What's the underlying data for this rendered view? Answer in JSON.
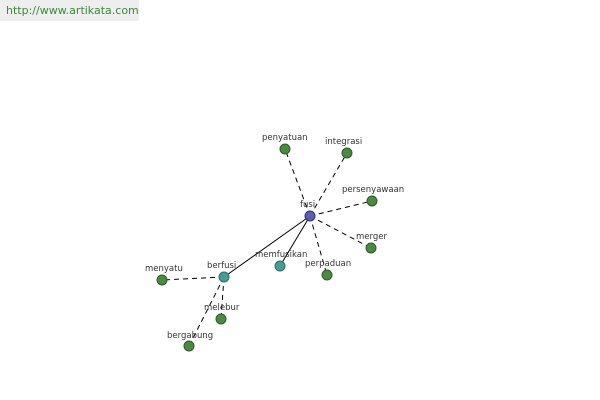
{
  "header": {
    "source_url": "http://www.artikata.com"
  },
  "colors": {
    "center_node": "#5a5fae",
    "center_node_stroke": "#2e3270",
    "hub_node": "#4a9a96",
    "hub_node_stroke": "#2e6b68",
    "leaf_node": "#4c8a44",
    "leaf_node_stroke": "#2d5a27"
  },
  "graph": {
    "nodes": [
      {
        "id": "fusi",
        "label": "fusi",
        "kind": "center"
      },
      {
        "id": "penyatuan",
        "label": "penyatuan",
        "kind": "leaf"
      },
      {
        "id": "integrasi",
        "label": "integrasi",
        "kind": "leaf"
      },
      {
        "id": "persenyawaan",
        "label": "persenyawaan",
        "kind": "leaf"
      },
      {
        "id": "merger",
        "label": "merger",
        "kind": "leaf"
      },
      {
        "id": "perpaduan",
        "label": "perpaduan",
        "kind": "leaf"
      },
      {
        "id": "memfusikan",
        "label": "memfusikan",
        "kind": "hub"
      },
      {
        "id": "berfusi",
        "label": "berfusi",
        "kind": "hub"
      },
      {
        "id": "menyatu",
        "label": "menyatu",
        "kind": "leaf"
      },
      {
        "id": "melebur",
        "label": "melebur",
        "kind": "leaf"
      },
      {
        "id": "bergabung",
        "label": "bergabung",
        "kind": "leaf"
      }
    ],
    "edges": [
      {
        "from": "fusi",
        "to": "penyatuan",
        "style": "dashed"
      },
      {
        "from": "fusi",
        "to": "integrasi",
        "style": "dashed"
      },
      {
        "from": "fusi",
        "to": "persenyawaan",
        "style": "dashed"
      },
      {
        "from": "fusi",
        "to": "merger",
        "style": "dashed"
      },
      {
        "from": "fusi",
        "to": "perpaduan",
        "style": "dashed"
      },
      {
        "from": "fusi",
        "to": "memfusikan",
        "style": "solid"
      },
      {
        "from": "fusi",
        "to": "berfusi",
        "style": "solid"
      },
      {
        "from": "berfusi",
        "to": "menyatu",
        "style": "dashed"
      },
      {
        "from": "berfusi",
        "to": "melebur",
        "style": "dashed"
      },
      {
        "from": "berfusi",
        "to": "bergabung",
        "style": "dashed"
      }
    ]
  }
}
